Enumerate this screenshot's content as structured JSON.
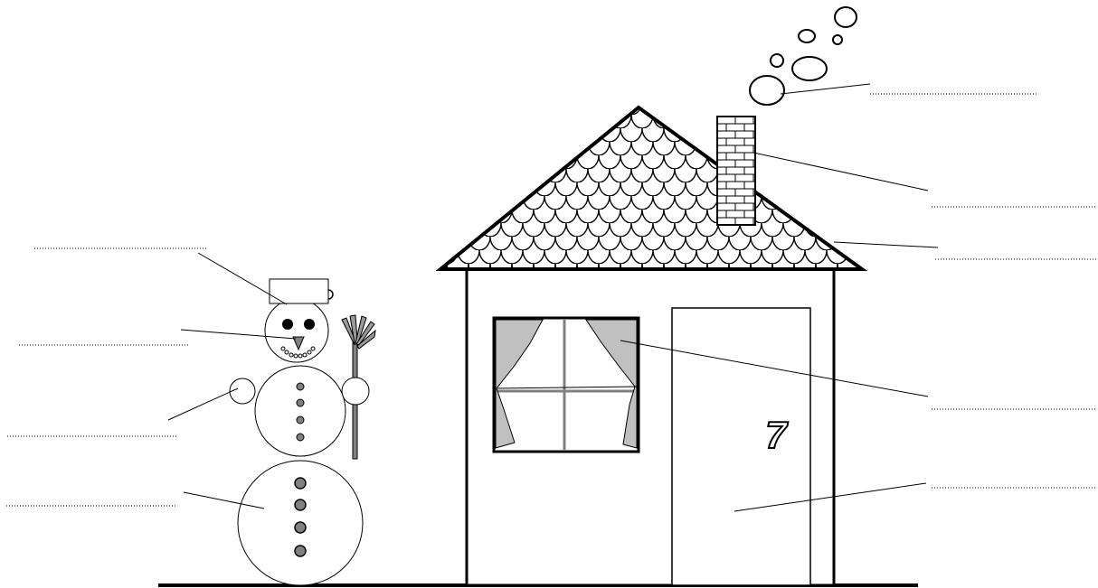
{
  "worksheet": {
    "door_number": "7",
    "colors": {
      "ink": "#000000",
      "curtain": "#c0c0c0",
      "button": "#808080",
      "window_frame": "#808080",
      "paper": "#ffffff"
    },
    "snowman_label_blanks": [
      "hat",
      "nose",
      "arm",
      "body"
    ],
    "house_label_blanks": [
      "smoke",
      "chimney",
      "roof",
      "window",
      "door"
    ],
    "icons": [
      "snowman",
      "bucket-hat",
      "broom",
      "house",
      "chimney",
      "smoke-puffs",
      "window-with-curtains",
      "door-number"
    ]
  }
}
